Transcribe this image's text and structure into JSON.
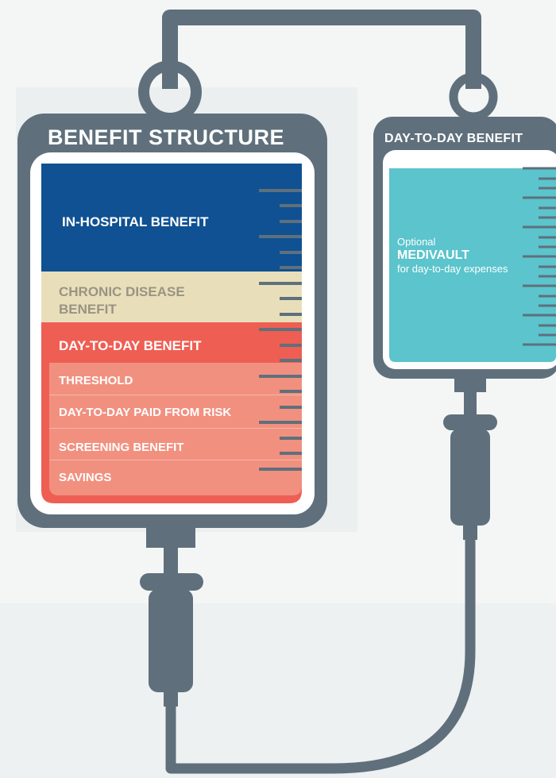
{
  "main_bag": {
    "title": "BENEFIT STRUCTURE",
    "segments": {
      "in_hospital": "IN-HOSPITAL BENEFIT",
      "chronic": "CHRONIC DISEASE BENEFIT",
      "day_to_day": "DAY-TO-DAY BENEFIT",
      "threshold": "THRESHOLD",
      "paid_from_risk": "DAY-TO-DAY PAID FROM RISK",
      "screening": "SCREENING BENEFIT",
      "savings": "SAVINGS"
    }
  },
  "side_bag": {
    "title": "DAY-TO-DAY BENEFIT",
    "optional": "Optional",
    "product": "MEDIVAULT",
    "description": "for day-to-day expenses"
  },
  "colors": {
    "frame": "#5f707c",
    "in_hospital": "#0f5192",
    "chronic": "#e8dfba",
    "day_to_day": "#ef5e53",
    "sub_light": "#f2907f",
    "side_fluid": "#5bc4cc",
    "background": "#f4f6f6"
  }
}
